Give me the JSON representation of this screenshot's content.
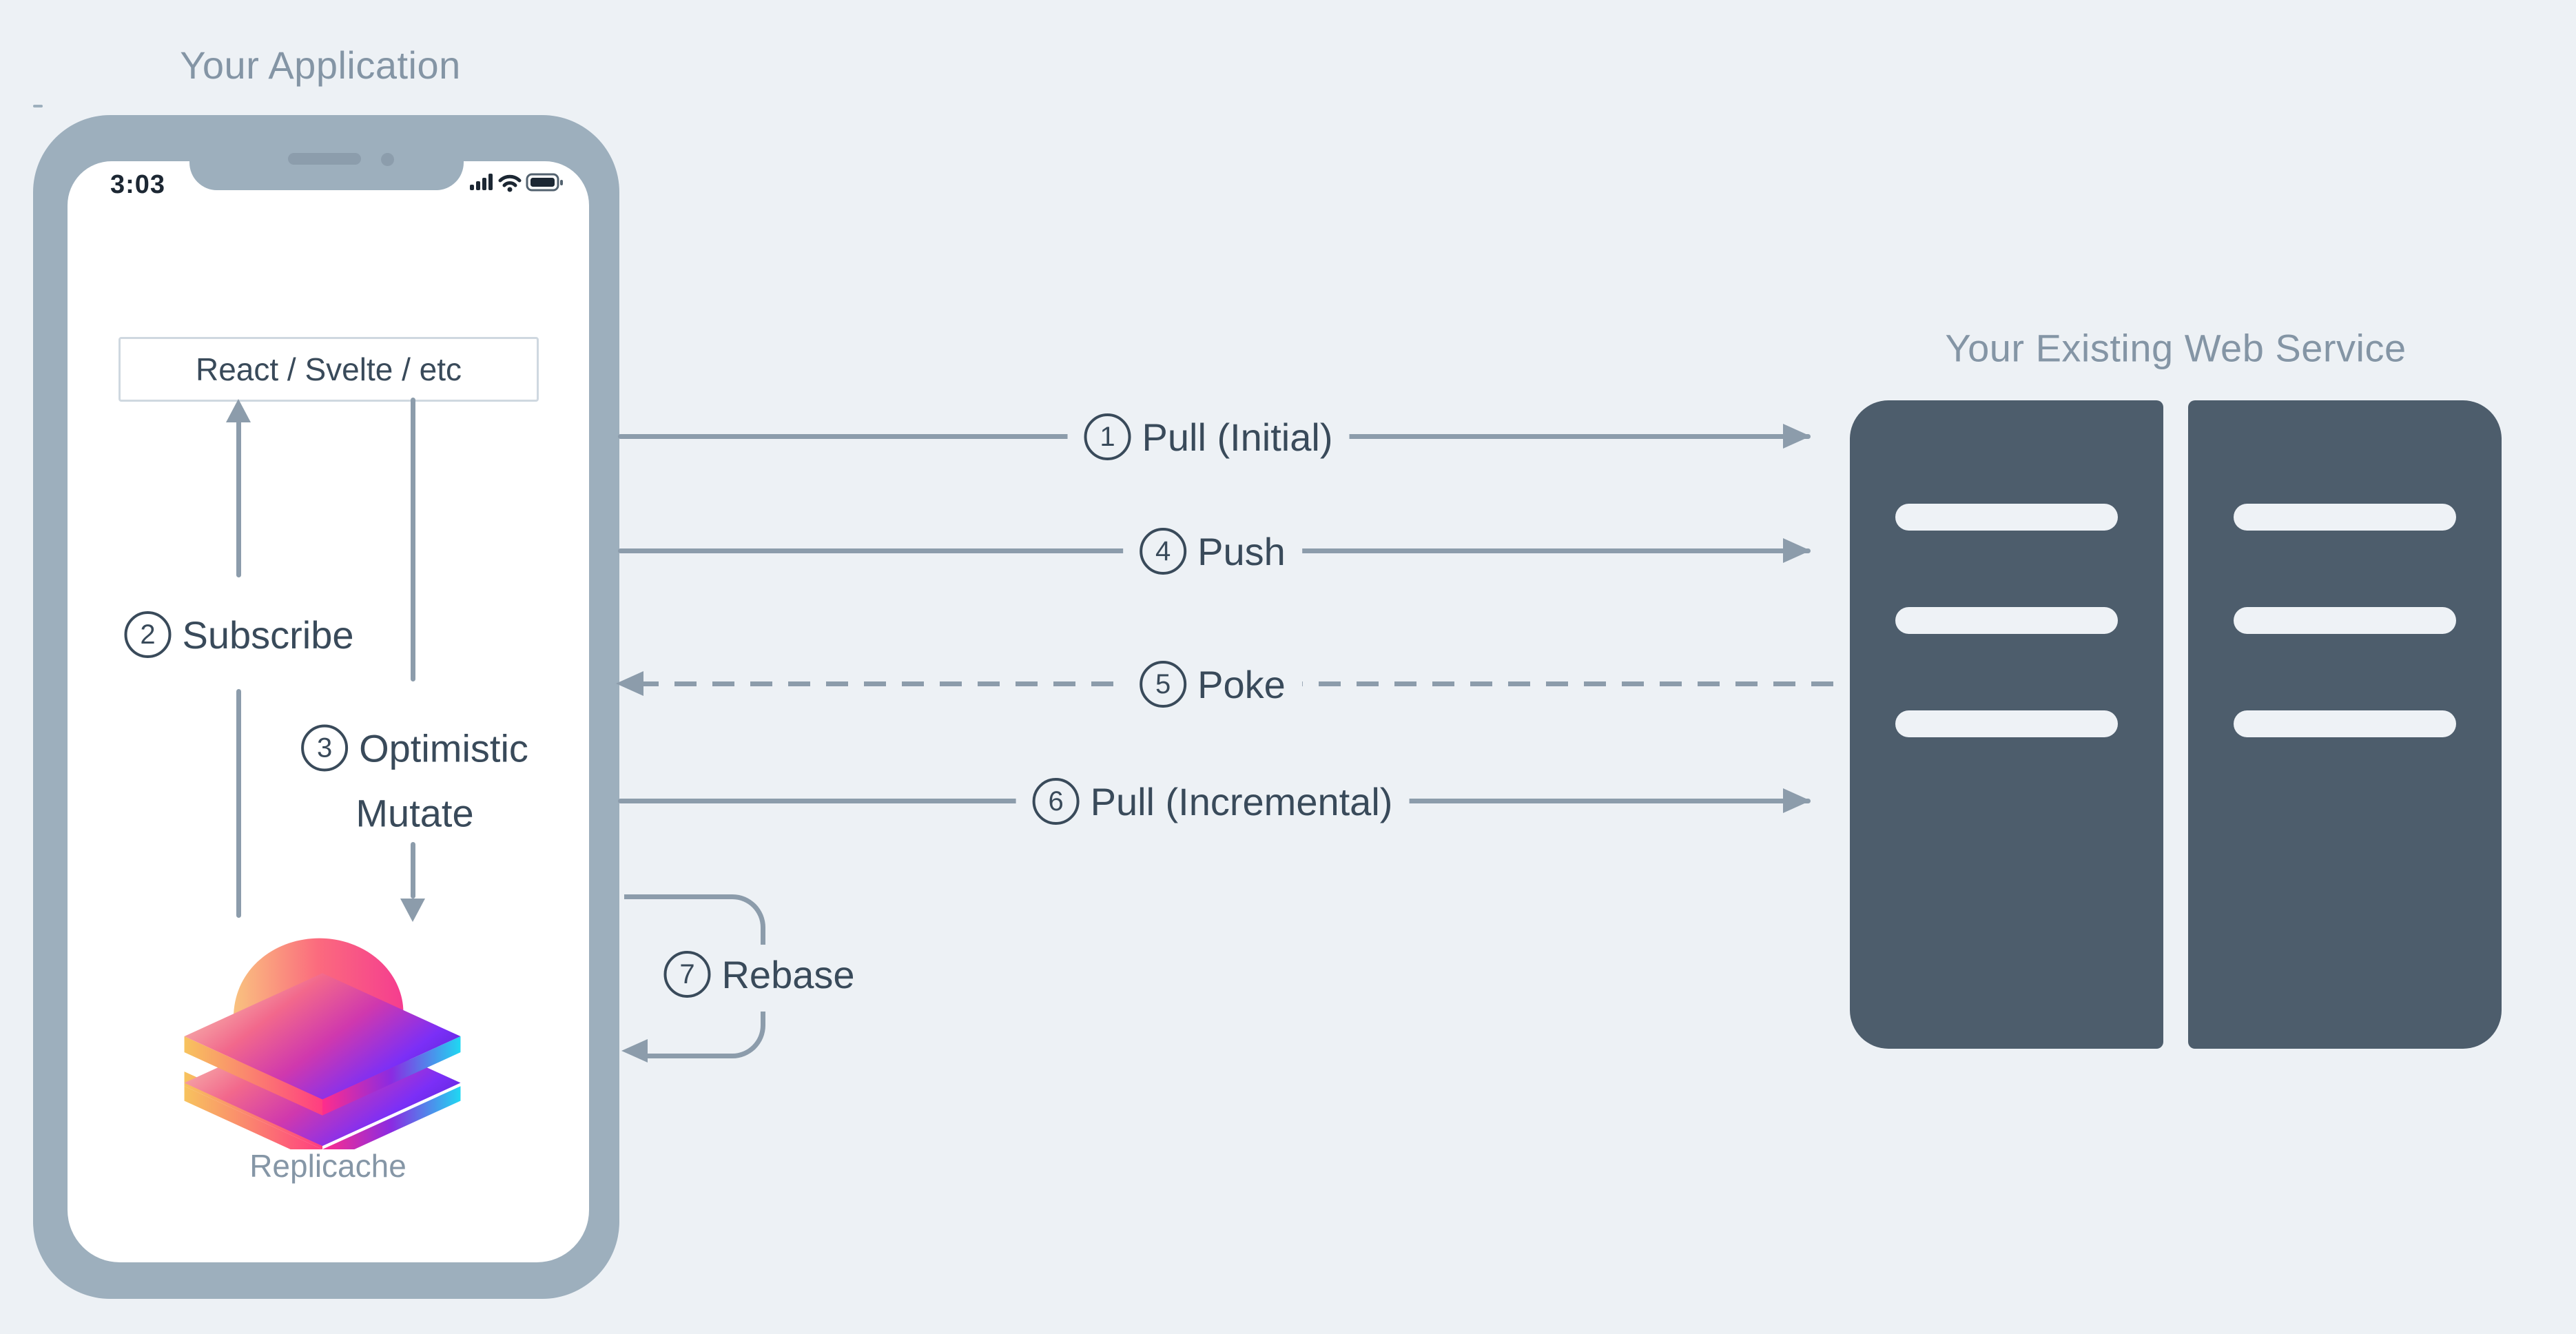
{
  "colors": {
    "background": "#edf1f5",
    "phone_frame": "#9dafbd",
    "arrow_gray": "#8c9cab",
    "dark_text": "#394a5a",
    "muted_title": "#8495a5",
    "server_fill": "#4d5d6c",
    "slot_fill": "#eef2f6",
    "box_border": "#cfd8e0",
    "status_icon": "#1c2733",
    "logo_gradient": [
      "#f9b97f",
      "#fb5f84",
      "#f53d8f",
      "#7b2ff7",
      "#1fd8f2"
    ]
  },
  "app": {
    "title": "Your Application",
    "status_time": "3:03",
    "framework_box_label": "React / Svelte / etc",
    "logo_label": "Replicache"
  },
  "service": {
    "title": "Your Existing Web Service"
  },
  "flows": {
    "pull_initial": {
      "num": "1",
      "label": "Pull (Initial)",
      "style": "solid",
      "direction": "right"
    },
    "subscribe": {
      "num": "2",
      "label": "Subscribe",
      "style": "solid",
      "direction": "up"
    },
    "optimistic_mutate": {
      "num": "3",
      "line1": "Optimistic",
      "line2": "Mutate",
      "style": "solid",
      "direction": "down"
    },
    "push": {
      "num": "4",
      "label": "Push",
      "style": "solid",
      "direction": "right"
    },
    "poke": {
      "num": "5",
      "label": "Poke",
      "style": "dashed",
      "direction": "left"
    },
    "pull_incremental": {
      "num": "6",
      "label": "Pull (Incremental)",
      "style": "solid",
      "direction": "right"
    },
    "rebase": {
      "num": "7",
      "label": "Rebase",
      "style": "loop",
      "direction": "loop-back"
    }
  }
}
